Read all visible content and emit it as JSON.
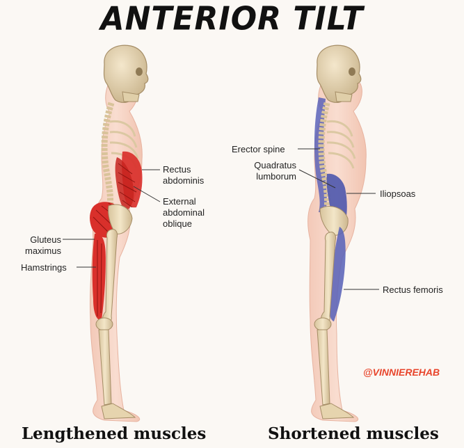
{
  "title": "ANTERIOR TILT",
  "left_panel": {
    "caption": "Lengthened muscles",
    "labels": {
      "rectus_abdominis": "Rectus\nabdominis",
      "external_oblique": "External\nabdominal\noblique",
      "gluteus_maximus": "Gluteus\nmaximus",
      "hamstrings": "Hamstrings"
    },
    "muscle_color": "#d9302b"
  },
  "right_panel": {
    "caption": "Shortened muscles",
    "labels": {
      "erector_spine": "Erector spine",
      "quadratus_lumborum": "Quadratus\nlumborum",
      "iliopsoas": "Iliopsoas",
      "rectus_femoris": "Rectus femoris"
    },
    "muscle_color": "#5a63b8"
  },
  "watermark": "@VINNIEREHAB",
  "colors": {
    "skin": "#f6d6c7",
    "bone": "#e8d7b4"
  }
}
